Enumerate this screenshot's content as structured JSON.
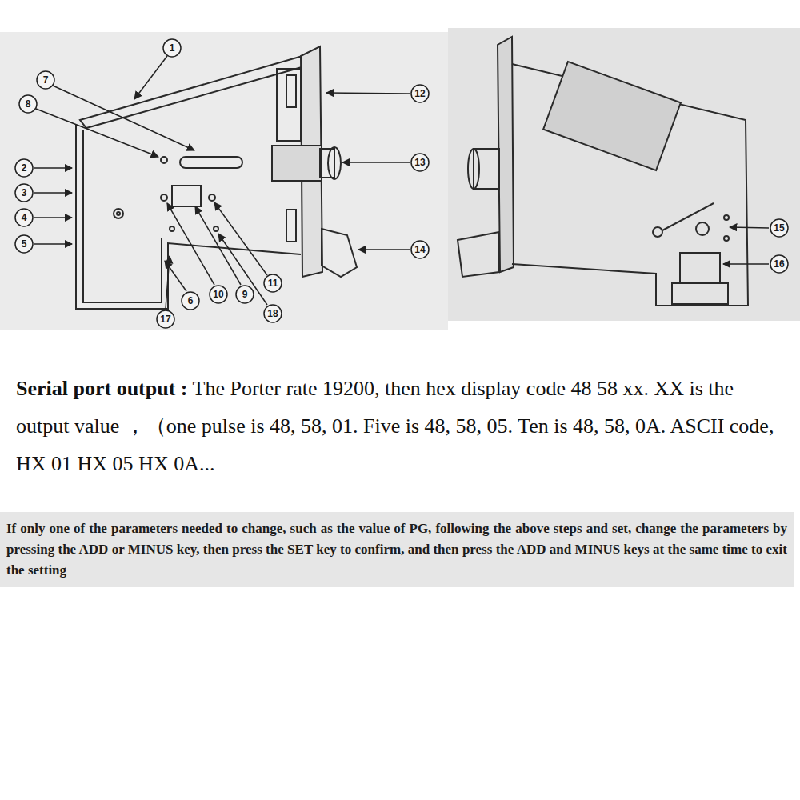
{
  "diagram": {
    "labels": [
      "1",
      "7",
      "8",
      "2",
      "3",
      "4",
      "5",
      "12",
      "13",
      "14",
      "6",
      "10",
      "9",
      "11",
      "18",
      "17",
      "15",
      "16",
      "Serial port output :",
      "The Porter rate 19200, then hex display code 48 58 xx. XX is the output value ，（one pulse is 48, 58, 01. Five is 48, 58, 05. Ten is 48, 58, 0A. ASCII code, HX 01 HX 05 HX 0A...",
      "If only one of the parameters needed to change, such as the value of PG, following the above steps and set, change the parameters by pressing the ADD or MINUS key, then press the SET key to confirm, and then press the ADD and MINUS keys at the same time to exit the setting"
    ]
  }
}
